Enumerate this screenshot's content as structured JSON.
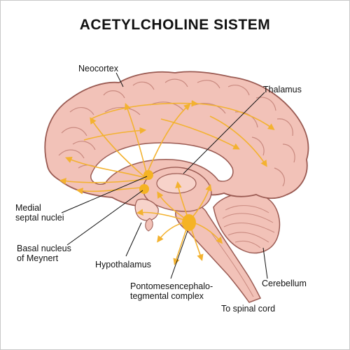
{
  "title": "ACETYLCHOLINE SISTEM",
  "labels": {
    "neocortex": "Neocortex",
    "thalamus": "Thalamus",
    "medial_septal_line1": "Medial",
    "medial_septal_line2": "septal nuclei",
    "basal_nucleus_line1": "Basal nucleus",
    "basal_nucleus_line2": "of Meynert",
    "hypothalamus": "Hypothalamus",
    "pontomes_line1": "Pontomesencephalo-",
    "pontomes_line2": "tegmental complex",
    "cerebellum": "Cerebellum",
    "spinal_cord": "To spinal cord"
  },
  "colors": {
    "brain_fill": "#f2c2b8",
    "brain_outline": "#9a5a52",
    "sulcus": "#c98a80",
    "inner_fill": "#ffffff",
    "nucleus": "#f5b324",
    "pathway": "#f3b230",
    "leader_line": "#111111"
  }
}
